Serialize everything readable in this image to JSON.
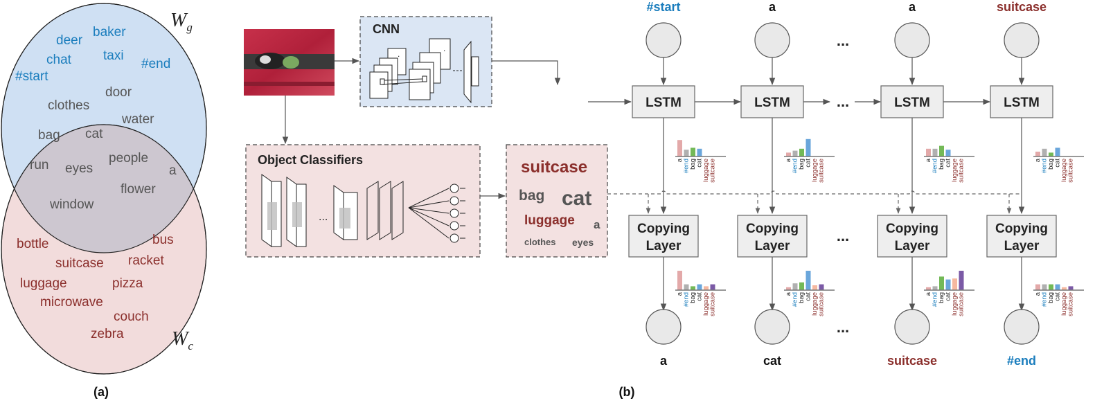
{
  "colors": {
    "blue_text": "#1a7dbd",
    "red_text": "#8b2f2c",
    "gray_text": "#555555",
    "wg_fill": "#cfe0f3",
    "wc_fill": "#f2dcdc",
    "overlap_fill": "#cdc7d0",
    "cnn_fill": "#dbe6f4",
    "obj_fill": "#f3e1e1",
    "bar_a": "#e3a9a9",
    "bar_end": "#b0b0b0",
    "bar_bag": "#73b957",
    "bar_cat": "#6aa6db",
    "bar_luggage": "#f5b8a0",
    "bar_suitcase": "#7b5aa6"
  },
  "panel_a": {
    "caption": "(a)",
    "wg_label": "W",
    "wg_sub": "g",
    "wc_label": "W",
    "wc_sub": "c",
    "generic_words": [
      "deer",
      "baker",
      "chat",
      "taxi",
      "#start",
      "#end"
    ],
    "shared_words": [
      "clothes",
      "door",
      "water",
      "bag",
      "cat",
      "people",
      "run",
      "eyes",
      "a",
      "flower",
      "window"
    ],
    "copy_words": [
      "bottle",
      "bus",
      "suitcase",
      "racket",
      "luggage",
      "pizza",
      "microwave",
      "couch",
      "zebra"
    ]
  },
  "panel_b": {
    "caption": "(b)",
    "cnn_label": "CNN",
    "obj_label": "Object Classifiers",
    "obj_words": [
      "suitcase",
      "bag",
      "cat",
      "luggage",
      "a",
      "clothes",
      "eyes"
    ],
    "lstm_label": "LSTM",
    "copy_label_1": "Copying",
    "copy_label_2": "Layer",
    "ellipsis": "...",
    "inputs": [
      "#start",
      "a",
      "a",
      "suitcase"
    ],
    "outputs": [
      "a",
      "cat",
      "suitcase",
      "#end"
    ],
    "bar_labels": [
      "a",
      "#end",
      "bag",
      "cat",
      "luggage",
      "suitcase"
    ]
  },
  "chart_data": [
    {
      "type": "bar",
      "categories": [
        "a",
        "#end",
        "bag",
        "cat",
        "luggage",
        "suitcase"
      ],
      "values": [
        0.85,
        0.35,
        0.45,
        0.4,
        0,
        0
      ]
    },
    {
      "type": "bar",
      "categories": [
        "a",
        "#end",
        "bag",
        "cat",
        "luggage",
        "suitcase"
      ],
      "values": [
        0.2,
        0.3,
        0.4,
        0.9,
        0,
        0
      ]
    },
    {
      "type": "bar",
      "categories": [
        "a",
        "#end",
        "bag",
        "cat",
        "luggage",
        "suitcase"
      ],
      "values": [
        0.4,
        0.4,
        0.55,
        0.35,
        0,
        0
      ]
    },
    {
      "type": "bar",
      "categories": [
        "a",
        "#end",
        "bag",
        "cat",
        "luggage",
        "suitcase"
      ],
      "values": [
        0.25,
        0.4,
        0.2,
        0.45,
        0,
        0
      ]
    },
    {
      "type": "bar",
      "categories": [
        "a",
        "#end",
        "bag",
        "cat",
        "luggage",
        "suitcase"
      ],
      "values": [
        1.0,
        0.3,
        0.2,
        0.3,
        0.2,
        0.3
      ]
    },
    {
      "type": "bar",
      "categories": [
        "a",
        "#end",
        "bag",
        "cat",
        "luggage",
        "suitcase"
      ],
      "values": [
        0.15,
        0.35,
        0.4,
        1.0,
        0.25,
        0.3
      ]
    },
    {
      "type": "bar",
      "categories": [
        "a",
        "#end",
        "bag",
        "cat",
        "luggage",
        "suitcase"
      ],
      "values": [
        0.15,
        0.2,
        0.7,
        0.55,
        0.6,
        1.0
      ]
    },
    {
      "type": "bar",
      "categories": [
        "a",
        "#end",
        "bag",
        "cat",
        "luggage",
        "suitcase"
      ],
      "values": [
        0.3,
        0.3,
        0.3,
        0.3,
        0.15,
        0.2
      ]
    }
  ]
}
